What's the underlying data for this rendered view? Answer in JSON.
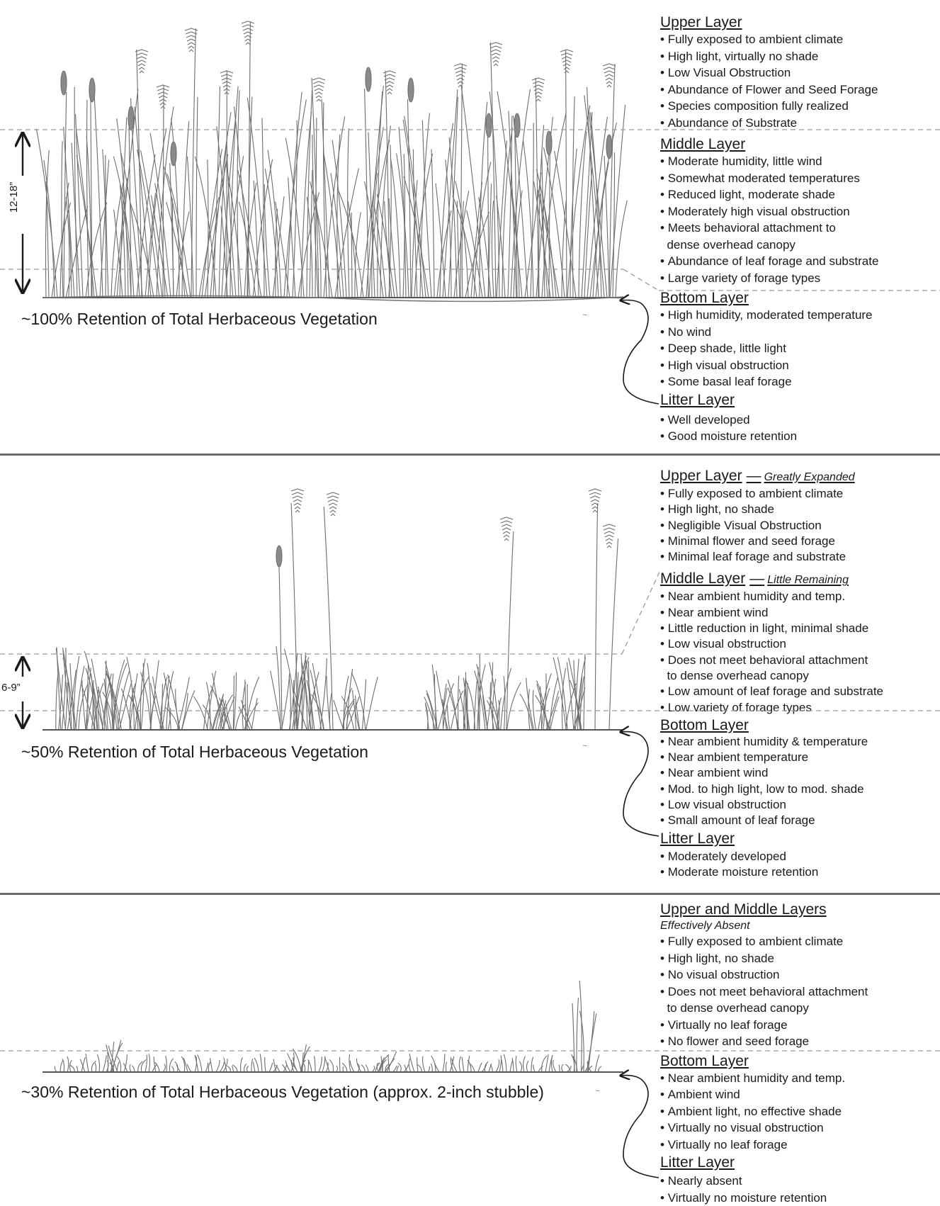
{
  "panels": [
    {
      "caption": "~100%  Retention of Total Herbaceous Vegetation",
      "height_label": "12-18”",
      "layers": [
        {
          "title": "Upper  Layer",
          "suffix": "",
          "items": [
            "Fully exposed to ambient climate",
            "High light, virtually no shade",
            "Low Visual Obstruction",
            "Abundance of Flower and Seed Forage",
            "Species composition fully realized",
            "Abundance of Substrate"
          ]
        },
        {
          "title": "Middle  Layer",
          "suffix": "",
          "items": [
            "Moderate humidity, little wind",
            "Somewhat moderated temperatures",
            "Reduced light, moderate shade",
            "Moderately high visual obstruction",
            "Meets behavioral attachment to\n  dense overhead canopy",
            "Abundance of leaf forage and substrate",
            "Large variety of forage types"
          ]
        },
        {
          "title": "Bottom  Layer",
          "suffix": "",
          "items": [
            "High humidity, moderated temperature",
            "No wind",
            "Deep shade, little light",
            "High visual obstruction",
            "Some basal leaf forage"
          ]
        },
        {
          "title": "Litter Layer",
          "suffix": "",
          "items": [
            "Well developed",
            "Good moisture retention"
          ]
        }
      ]
    },
    {
      "caption": "~50%  Retention of Total Herbaceous Vegetation",
      "height_label": "6-9”",
      "layers": [
        {
          "title": "Upper  Layer",
          "suffix": "Greatly Expanded",
          "items": [
            "Fully exposed to ambient climate",
            "High light, no shade",
            "Negligible Visual Obstruction",
            "Minimal flower and seed forage",
            "Minimal leaf forage and substrate"
          ]
        },
        {
          "title": "Middle  Layer",
          "suffix": "Little Remaining",
          "items": [
            "Near ambient humidity and temp.",
            "Near ambient wind",
            "Little reduction in light, minimal shade",
            "Low visual obstruction",
            "Does not meet behavioral attachment\n  to dense overhead canopy",
            "Low amount of leaf forage and substrate",
            "Low variety of forage types"
          ]
        },
        {
          "title": "Bottom  Layer",
          "suffix": "",
          "items": [
            "Near ambient humidity & temperature",
            "Near ambient temperature",
            "Near ambient wind",
            "Mod. to high light, low to mod. shade",
            "Low visual obstruction",
            "Small amount of leaf forage"
          ]
        },
        {
          "title": "Litter Layer",
          "suffix": "",
          "items": [
            "Moderately developed",
            "Moderate moisture retention"
          ]
        }
      ]
    },
    {
      "caption": "~30%  Retention of Total Herbaceous Vegetation  (approx. 2-inch stubble)",
      "height_label": "",
      "layers": [
        {
          "title": "Upper  and Middle Layers",
          "subtitle": "Effectively Absent",
          "suffix": "",
          "items": [
            "Fully exposed to ambient climate",
            "High light, no shade",
            "No visual obstruction",
            "Does not meet behavioral attachment\n  to dense overhead canopy",
            "Virtually no leaf forage",
            "No flower and seed forage"
          ]
        },
        {
          "title": "Bottom  Layer",
          "suffix": "",
          "items": [
            "Near ambient humidity and temp.",
            "Ambient wind",
            "Ambient light, no effective shade",
            "Virtually no visual obstruction",
            "Virtually no leaf forage"
          ]
        },
        {
          "title": "Litter Layer",
          "suffix": "",
          "items": [
            "Nearly absent",
            "Virtually no moisture retention"
          ]
        }
      ]
    }
  ],
  "colors": {
    "sketch": "#6e6e6e",
    "ink": "#1a1a1a",
    "divider": "#6b6b6b",
    "dashed": "#9a9a9a"
  }
}
